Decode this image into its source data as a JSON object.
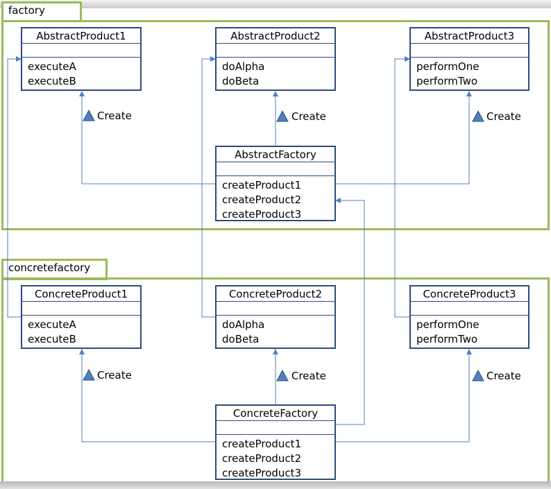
{
  "packages": {
    "factory": {
      "label": "factory"
    },
    "concretefactory": {
      "label": "concretefactory"
    }
  },
  "classes": {
    "abstract_product1": {
      "name": "AbstractProduct1",
      "operations": [
        "executeA",
        "executeB"
      ]
    },
    "abstract_product2": {
      "name": "AbstractProduct2",
      "operations": [
        "doAlpha",
        "doBeta"
      ]
    },
    "abstract_product3": {
      "name": "AbstractProduct3",
      "operations": [
        "performOne",
        "performTwo"
      ]
    },
    "abstract_factory": {
      "name": "AbstractFactory",
      "operations": [
        "createProduct1",
        "createProduct2",
        "createProduct3"
      ]
    },
    "concrete_product1": {
      "name": "ConcreteProduct1",
      "operations": [
        "executeA",
        "executeB"
      ]
    },
    "concrete_product2": {
      "name": "ConcreteProduct2",
      "operations": [
        "doAlpha",
        "doBeta"
      ]
    },
    "concrete_product3": {
      "name": "ConcreteProduct3",
      "operations": [
        "performOne",
        "performTwo"
      ]
    },
    "concrete_factory": {
      "name": "ConcreteFactory",
      "operations": [
        "createProduct1",
        "createProduct2",
        "createProduct3"
      ]
    }
  },
  "relations": {
    "create_label": "Create"
  },
  "colors": {
    "package_border": "#9bbb59",
    "class_border": "#2c4b7a",
    "connector": "#4f81bd",
    "triangle_fill": "#4f81bd"
  }
}
